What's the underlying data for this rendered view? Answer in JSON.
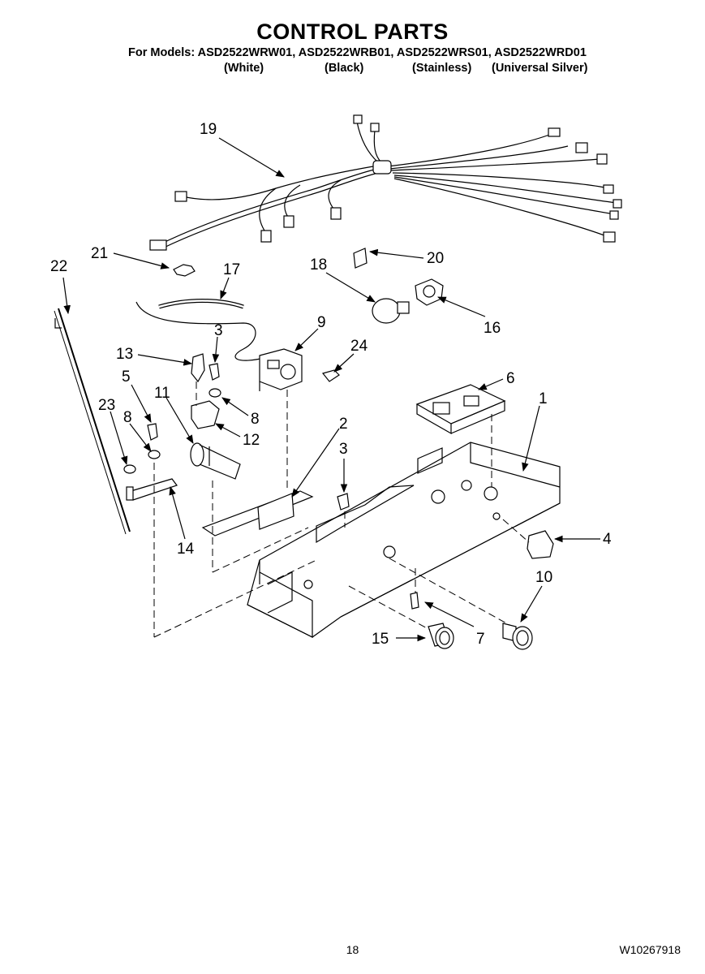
{
  "header": {
    "title": "CONTROL PARTS",
    "models_line": "For Models: ASD2522WRW01, ASD2522WRB01, ASD2522WRS01, ASD2522WRD01",
    "finishes": [
      "(White)",
      "(Black)",
      "(Stainless)",
      "(Universal Silver)"
    ]
  },
  "callouts": [
    "19",
    "21",
    "17",
    "22",
    "18",
    "20",
    "16",
    "3",
    "9",
    "24",
    "13",
    "6",
    "5",
    "11",
    "1",
    "23",
    "8",
    "8",
    "12",
    "2",
    "3",
    "4",
    "14",
    "10",
    "15",
    "7"
  ],
  "footer": {
    "page_number": "18",
    "document_number": "W10267918"
  }
}
